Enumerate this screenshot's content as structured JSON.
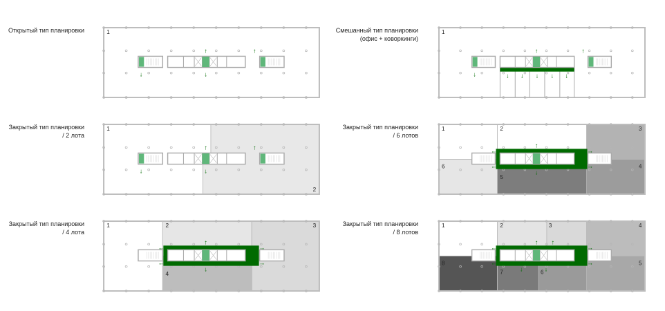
{
  "colors": {
    "accent": "#006a00",
    "accent_light": "#5fb77a",
    "wall": "#bdbdbd",
    "column": "#b5b5b5"
  },
  "plans": [
    {
      "id": "open",
      "title": [
        "Открытый тип планировки"
      ],
      "lots": [
        {
          "n": "1",
          "fill": "#ffffff"
        }
      ]
    },
    {
      "id": "mixed",
      "title": [
        "Смешанный тип планировки",
        "(офис + коворкинги)"
      ],
      "lots": [
        {
          "n": "1",
          "fill": "#ffffff"
        }
      ]
    },
    {
      "id": "closed2",
      "title": [
        "Закрытый тип планировки",
        "/ 2 лота"
      ],
      "lots": [
        {
          "n": "1",
          "fill": "#ffffff"
        },
        {
          "n": "2",
          "fill": "#e8e8e8"
        }
      ]
    },
    {
      "id": "closed6",
      "title": [
        "Закрытый тип планировки",
        "/ 6 лотов"
      ],
      "lots": [
        {
          "n": "1",
          "fill": "#ffffff"
        },
        {
          "n": "2",
          "fill": "#ffffff"
        },
        {
          "n": "3",
          "fill": "#b3b3b3"
        },
        {
          "n": "4",
          "fill": "#9c9c9c"
        },
        {
          "n": "5",
          "fill": "#7d7d7d"
        },
        {
          "n": "6",
          "fill": "#e6e6e6"
        }
      ]
    },
    {
      "id": "closed4",
      "title": [
        "Закрытый тип планировки",
        "/ 4 лота"
      ],
      "lots": [
        {
          "n": "1",
          "fill": "#ffffff"
        },
        {
          "n": "2",
          "fill": "#e6e6e6"
        },
        {
          "n": "3",
          "fill": "#dadada"
        },
        {
          "n": "4",
          "fill": "#bdbdbd"
        }
      ]
    },
    {
      "id": "closed8",
      "title": [
        "Закрытый тип планировки",
        "/ 8 лотов"
      ],
      "lots": [
        {
          "n": "1",
          "fill": "#ffffff"
        },
        {
          "n": "2",
          "fill": "#e4e4e4"
        },
        {
          "n": "3",
          "fill": "#d9d9d9"
        },
        {
          "n": "4",
          "fill": "#bcbcbc"
        },
        {
          "n": "5",
          "fill": "#a8a8a8"
        },
        {
          "n": "6",
          "fill": "#9a9a9a"
        },
        {
          "n": "7",
          "fill": "#7a7a7a"
        },
        {
          "n": "8",
          "fill": "#555555"
        }
      ]
    }
  ]
}
